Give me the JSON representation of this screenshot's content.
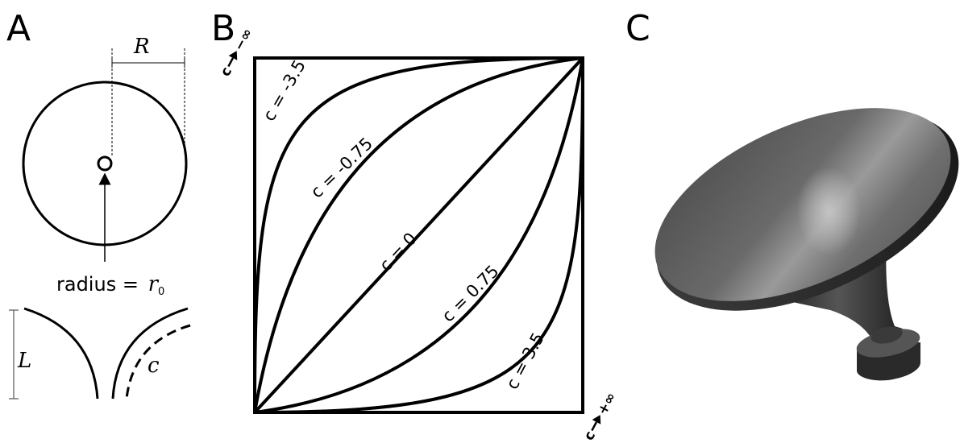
{
  "panels": {
    "a": {
      "letter": "A",
      "R_label": "R",
      "radius_label": "radius = ",
      "r_symbol": "r",
      "r_subscript": "0",
      "L_label": "L",
      "c_label": "c"
    },
    "b": {
      "letter": "B",
      "curve_labels": [
        "c = -3.5",
        "c = -0.75",
        "c = 0",
        "c = 0.75",
        "c = 3.5"
      ],
      "limit_top": "c→ −∞",
      "limit_top_c": "c",
      "limit_top_inf": "−∞",
      "limit_bottom_c": "c",
      "limit_bottom_inf": "+∞"
    },
    "c": {
      "letter": "C",
      "render_colors": {
        "light": "#9a9a9a",
        "mid": "#5f5f5f",
        "dark": "#2e2e2e"
      }
    }
  }
}
